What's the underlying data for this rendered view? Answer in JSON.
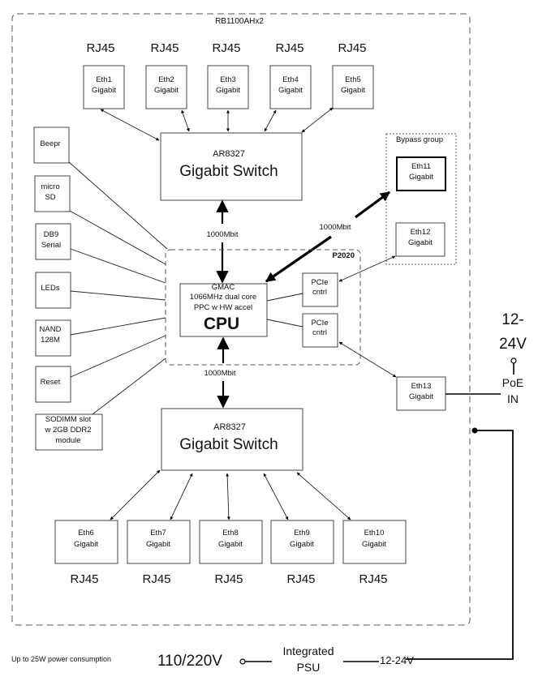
{
  "board": {
    "title": "RB1100AHx2"
  },
  "top_ports": [
    {
      "connector": "RJ45",
      "name": "Eth1",
      "speed": "Gigabit"
    },
    {
      "connector": "RJ45",
      "name": "Eth2",
      "speed": "Gigabit"
    },
    {
      "connector": "RJ45",
      "name": "Eth3",
      "speed": "Gigabit"
    },
    {
      "connector": "RJ45",
      "name": "Eth4",
      "speed": "Gigabit"
    },
    {
      "connector": "RJ45",
      "name": "Eth5",
      "speed": "Gigabit"
    }
  ],
  "bottom_ports": [
    {
      "connector": "RJ45",
      "name": "Eth6",
      "speed": "Gigabit"
    },
    {
      "connector": "RJ45",
      "name": "Eth7",
      "speed": "Gigabit"
    },
    {
      "connector": "RJ45",
      "name": "Eth8",
      "speed": "Gigabit"
    },
    {
      "connector": "RJ45",
      "name": "Eth9",
      "speed": "Gigabit"
    },
    {
      "connector": "RJ45",
      "name": "Eth10",
      "speed": "Gigabit"
    }
  ],
  "switch_top": {
    "model": "AR8327",
    "label": "Gigabit Switch"
  },
  "switch_bottom": {
    "model": "AR8327",
    "label": "Gigabit Switch"
  },
  "links": {
    "top_link": "1000Mbit",
    "bottom_link": "1000Mbit",
    "bypass_link": "1000Mbit"
  },
  "cpu_group": {
    "label": "P2020"
  },
  "cpu": {
    "line1": "GMAC",
    "line2": "1066MHz dual core",
    "line3": "PPC w HW accel",
    "label": "CPU"
  },
  "pcie": [
    {
      "line1": "PCIe",
      "line2": "cntrl"
    },
    {
      "line1": "PCIe",
      "line2": "cntrl"
    }
  ],
  "bypass_group": {
    "label": "Bypass group",
    "ports": [
      {
        "name": "Eth11",
        "speed": "Gigabit"
      },
      {
        "name": "Eth12",
        "speed": "Gigabit"
      }
    ]
  },
  "eth13": {
    "name": "Eth13",
    "speed": "Gigabit"
  },
  "peripherals": [
    {
      "lines": [
        "Beepr"
      ]
    },
    {
      "lines": [
        "micro",
        "SD"
      ]
    },
    {
      "lines": [
        "DB9",
        "Serial"
      ]
    },
    {
      "lines": [
        "LEDs"
      ]
    },
    {
      "lines": [
        "NAND",
        "128M"
      ]
    },
    {
      "lines": [
        "Reset"
      ]
    },
    {
      "lines": [
        "SODIMM slot",
        "w 2GB DDR2",
        "module"
      ]
    }
  ],
  "poe": {
    "voltage_line1": "12-",
    "voltage_line2": "24V",
    "label_line1": "PoE",
    "label_line2": "IN"
  },
  "power": {
    "consumption": "Up to 25W power consumption",
    "mains": "110/220V",
    "psu_line1": "Integrated",
    "psu_line2": "PSU",
    "dc_out": "12-24V"
  }
}
